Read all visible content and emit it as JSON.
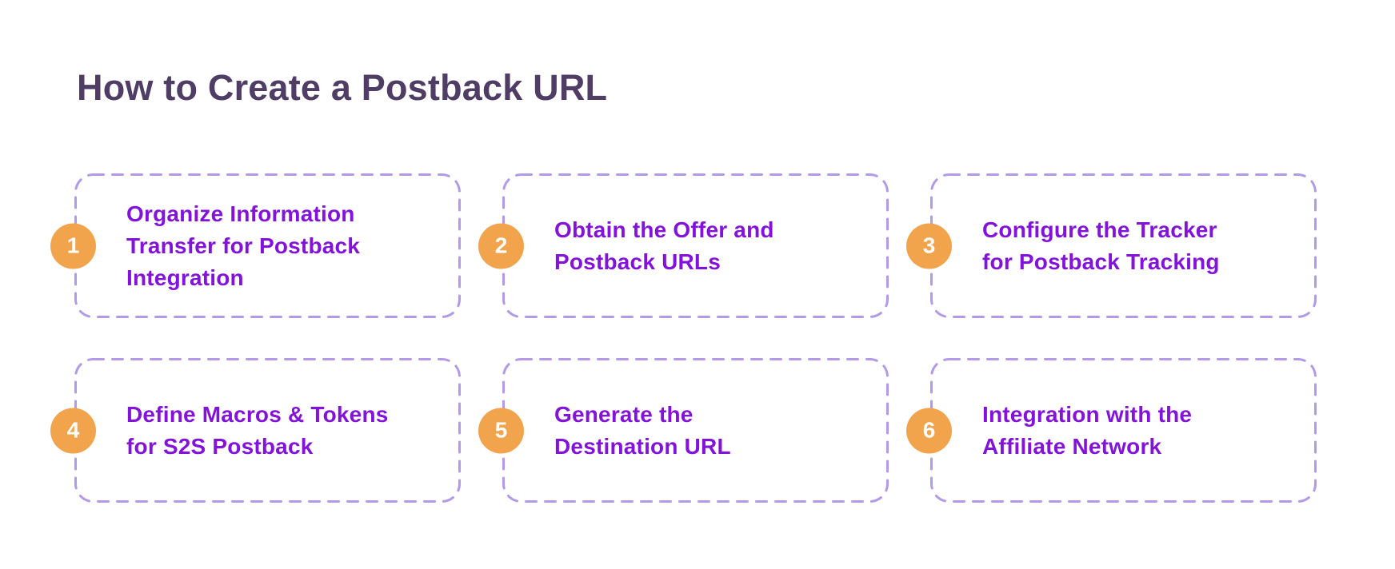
{
  "page": {
    "title": "How to Create a Postback URL"
  },
  "colors": {
    "background": "#ffffff",
    "title_text": "#4f3d66",
    "step_text": "#8313db",
    "card_border": "#b29ae8",
    "badge_background": "#f2a44c",
    "badge_text": "#ffffff"
  },
  "steps": [
    {
      "number": "1",
      "label": "Organize Information\nTransfer for Postback\nIntegration"
    },
    {
      "number": "2",
      "label": "Obtain the Offer and\nPostback URLs"
    },
    {
      "number": "3",
      "label": "Configure the Tracker\nfor Postback Tracking"
    },
    {
      "number": "4",
      "label": "Define Macros & Tokens\nfor S2S Postback"
    },
    {
      "number": "5",
      "label": "Generate the\nDestination URL"
    },
    {
      "number": "6",
      "label": "Integration with the\nAffiliate Network"
    }
  ]
}
